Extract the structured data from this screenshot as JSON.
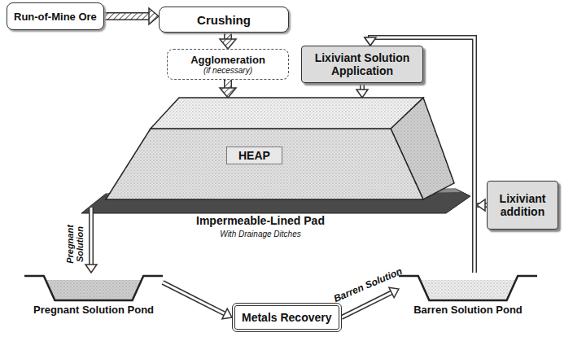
{
  "diagram": {
    "nodes": [
      {
        "text": [
          "Run-of-Mine Ore"
        ]
      },
      {
        "text": [
          "Crushing"
        ]
      },
      {
        "text": [
          "Agglomeration",
          "(if necessary)"
        ]
      },
      {
        "text": [
          "Lixiviant Solution Application"
        ]
      },
      {
        "text": [
          "HEAP"
        ]
      },
      {
        "text": [
          "Lixiviant addition"
        ]
      },
      {
        "text": [
          "Pregnant Solution Pond"
        ]
      },
      {
        "text": [
          "Metals Recovery"
        ]
      },
      {
        "text": [
          "Barren Solution Pond"
        ]
      }
    ],
    "edges": [
      {
        "from": 0,
        "to": 1,
        "arrow": "to"
      },
      {
        "from": 1,
        "to": 2,
        "arrow": "to"
      },
      {
        "from": 2,
        "to": 4,
        "arrow": "to"
      },
      {
        "from": 3,
        "to": 4,
        "arrow": "to"
      },
      {
        "from": 4,
        "to": 6,
        "label": "Pregnant Solution",
        "arrow": "to"
      },
      {
        "from": 6,
        "to": 7,
        "arrow": "to"
      },
      {
        "from": 7,
        "to": 8,
        "label": "Barren Solution",
        "arrow": "to"
      },
      {
        "from": 8,
        "to": 3,
        "arrow": "to"
      },
      {
        "from": 5,
        "to": 3,
        "arrow": "to"
      }
    ],
    "labels": [
      "Impermeable-Lined Pad",
      "With Drainage Ditches"
    ]
  }
}
